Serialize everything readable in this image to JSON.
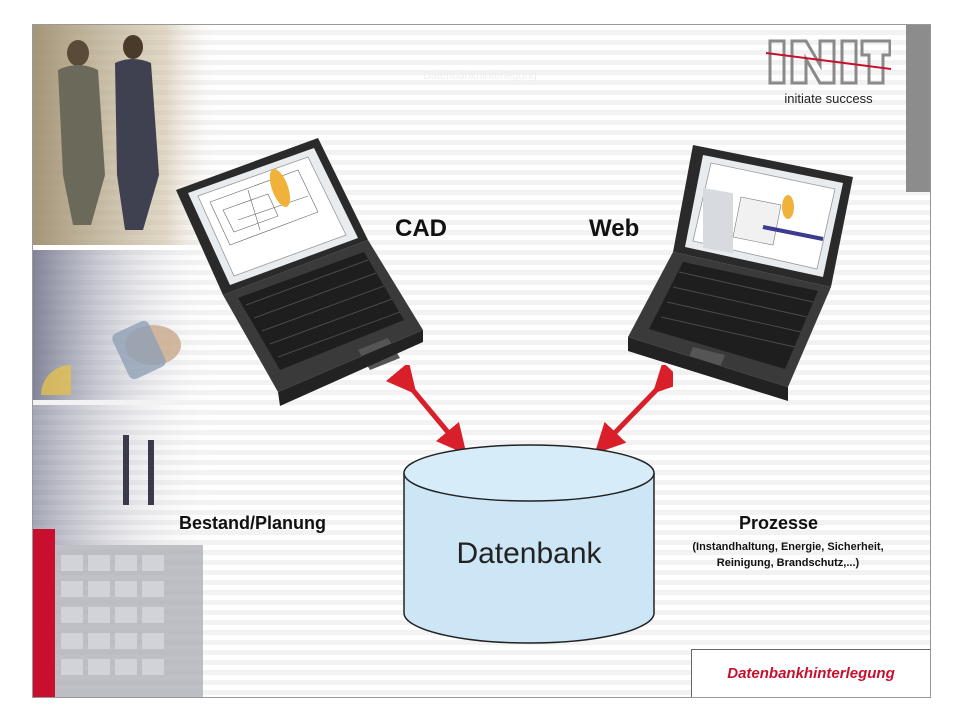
{
  "slide": {
    "faint_title": "Datenbankhinterlegung",
    "logo": {
      "letters": "INIT",
      "tagline": "initiate success"
    },
    "labels": {
      "cad": "CAD",
      "web": "Web",
      "bestand": "Bestand/Planung",
      "prozesse": "Prozesse",
      "prozesse_detail_1": "(Instandhaltung, Energie, Sicherheit,",
      "prozesse_detail_2": "Reinigung, Brandschutz,...)",
      "database": "Datenbank"
    },
    "footer_tag": "Datenbankhinterlegung"
  },
  "colors": {
    "accent_red": "#c8102e",
    "database_fill": "#cde6f6",
    "arrow_red": "#d9202a",
    "side_gray": "#8c8c8c"
  },
  "icons": {
    "left_laptop": "laptop-cad-icon",
    "right_laptop": "laptop-web-icon",
    "database": "database-cylinder-icon",
    "arrows": "double-arrow-icon"
  }
}
